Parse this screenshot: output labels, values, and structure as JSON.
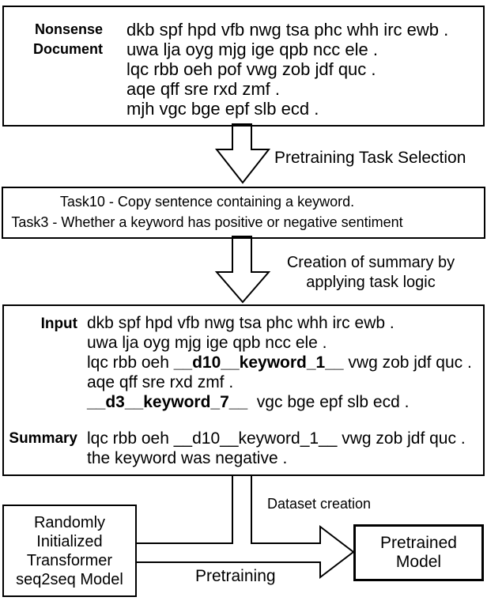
{
  "colors": {
    "ink": "#000000",
    "background": "#ffffff"
  },
  "nonsense_box": {
    "label_line1": "Nonsense",
    "label_line2": "Document",
    "lines": [
      "dkb spf hpd vfb nwg tsa phc whh irc ewb .",
      "uwa lja oyg mjg ige qpb ncc ele .",
      "lqc rbb oeh pof vwg zob jdf quc .",
      "aqe qff sre rxd zmf .",
      "mjh vgc bge epf slb ecd ."
    ]
  },
  "task_box": {
    "line1": "Task10 - Copy sentence containing a keyword.",
    "line2": "Task3 - Whether a keyword has positive or negative sentiment"
  },
  "arrow_labels": {
    "task_selection": "Pretraining Task Selection",
    "summary_creation_line1": "Creation of summary by",
    "summary_creation_line2": "applying task logic",
    "dataset_creation": "Dataset creation",
    "pretraining": "Pretraining"
  },
  "example_box": {
    "input_label": "Input",
    "summary_label": "Summary",
    "input_line1": "dkb spf hpd vfb nwg tsa phc whh irc ewb .",
    "input_line2": "uwa lja oyg mjg ige qpb ncc ele .",
    "input_line3_pre": "lqc rbb oeh ",
    "input_line3_token": "__d10__keyword_1__",
    "input_line3_post": " vwg zob jdf quc .",
    "input_line4": "aqe qff sre rxd zmf .",
    "input_line5_token": "__d3__keyword_7__",
    "input_line5_post": "  vgc bge epf slb ecd .",
    "summary_line1": "lqc rbb oeh __d10__keyword_1__ vwg zob jdf quc .",
    "summary_line2": "the keyword was negative ."
  },
  "model_box": {
    "line1": "Randomly",
    "line2": "Initialized",
    "line3": "Transformer",
    "line4": "seq2seq Model"
  },
  "pretrained_box": {
    "line1": "Pretrained",
    "line2": "Model"
  }
}
